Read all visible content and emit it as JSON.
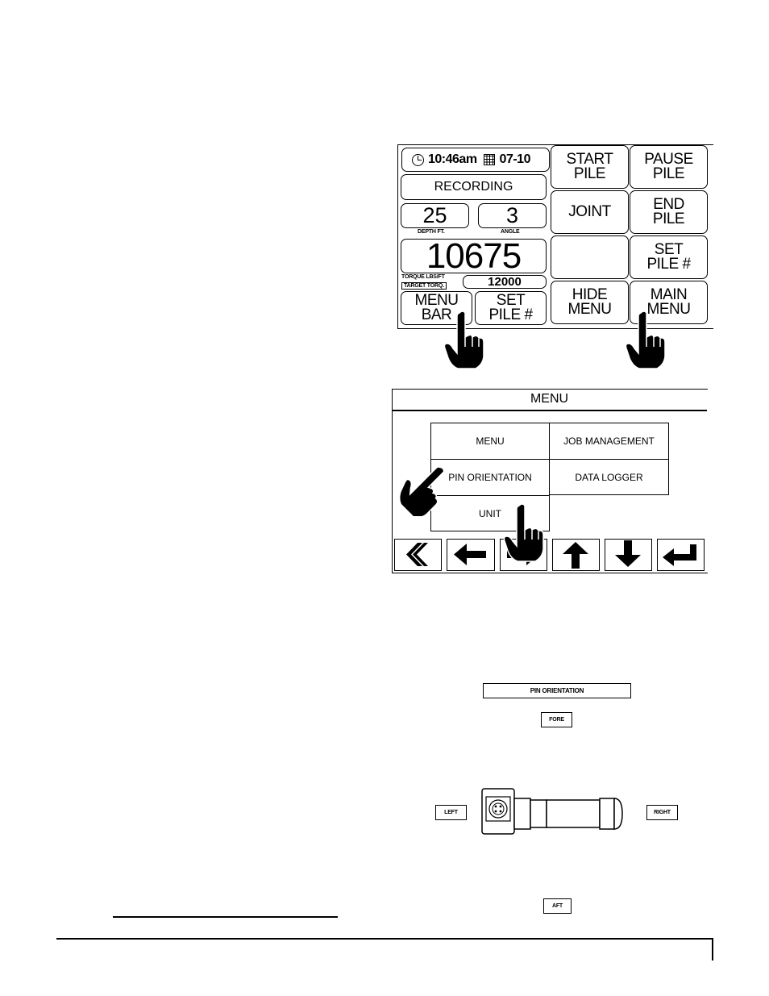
{
  "screen1": {
    "time": "10:46am",
    "date": "07-10",
    "status": "RECORDING",
    "depth_value": "25",
    "depth_label": "DEPTH FT.",
    "angle_value": "3",
    "angle_label": "ANGLE",
    "torque_value": "10675",
    "torque_label": "TORQUE  LBS/FT",
    "target_label": "TARGET TORQ.",
    "target_value": "12000",
    "left_buttons": [
      {
        "line1": "MENU",
        "line2": "BAR"
      },
      {
        "line1": "SET",
        "line2": "PILE #"
      }
    ],
    "menu_buttons": [
      {
        "line1": "START",
        "line2": "PILE"
      },
      {
        "line1": "PAUSE",
        "line2": "PILE"
      },
      {
        "line1": "JOINT",
        "line2": ""
      },
      {
        "line1": "END",
        "line2": "PILE"
      },
      {
        "line1": "",
        "line2": ""
      },
      {
        "line1": "SET",
        "line2": "PILE #"
      },
      {
        "line1": "HIDE",
        "line2": "MENU"
      },
      {
        "line1": "MAIN",
        "line2": "MENU"
      }
    ]
  },
  "screen2": {
    "title": "MENU",
    "items": [
      "MENU",
      "JOB MANAGEMENT",
      "PIN ORIENTATION",
      "DATA LOGGER",
      "UNIT"
    ],
    "nav_icons": [
      "back-double-chevron-icon",
      "arrow-left-icon",
      "arrow-right-icon",
      "arrow-up-icon",
      "arrow-down-icon",
      "enter-icon"
    ]
  },
  "screen3": {
    "title": "PIN ORIENTATION",
    "fore": "FORE",
    "left": "LEFT",
    "right": "RIGHT",
    "aft": "AFT"
  }
}
